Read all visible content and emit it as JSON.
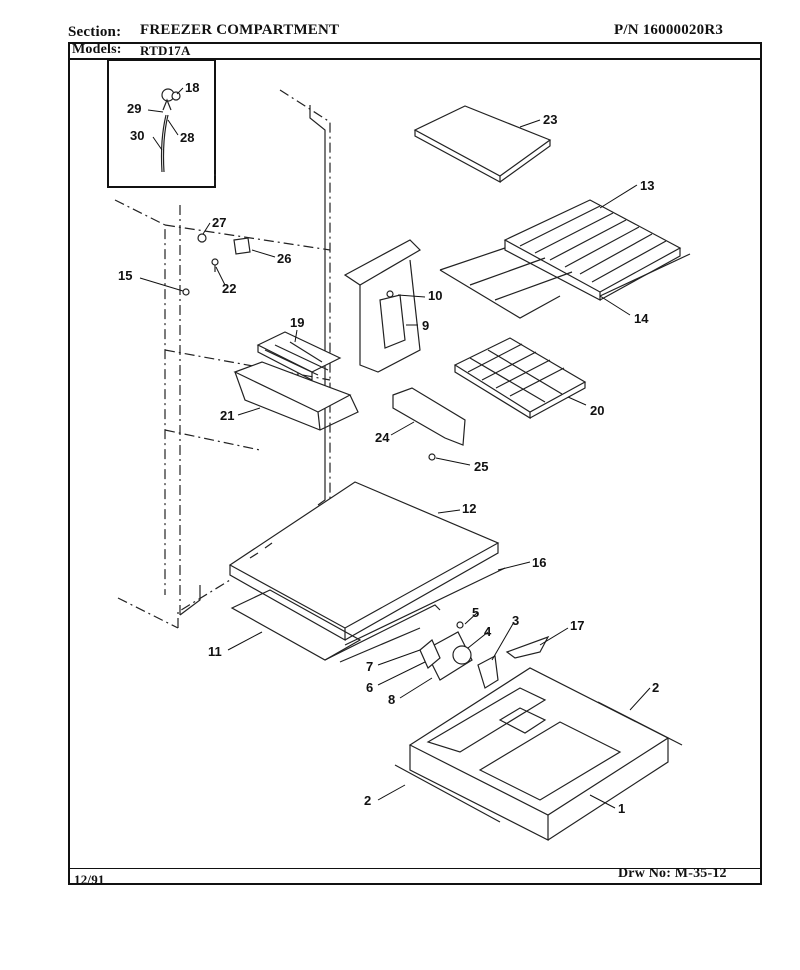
{
  "header": {
    "section_label": "Section:",
    "section_value": "FREEZER COMPARTMENT",
    "part_number": "P/N 16000020R3",
    "models_label": "Models:",
    "models_value": "RTD17A"
  },
  "footer": {
    "date": "12/91",
    "drawing_number": "Drw No: M-35-12"
  },
  "callouts": [
    "1",
    "2",
    "2",
    "3",
    "4",
    "5",
    "6",
    "7",
    "8",
    "9",
    "10",
    "11",
    "12",
    "13",
    "14",
    "15",
    "16",
    "17",
    "18",
    "19",
    "20",
    "21",
    "22",
    "23",
    "24",
    "25",
    "26",
    "27",
    "28",
    "29",
    "30"
  ]
}
